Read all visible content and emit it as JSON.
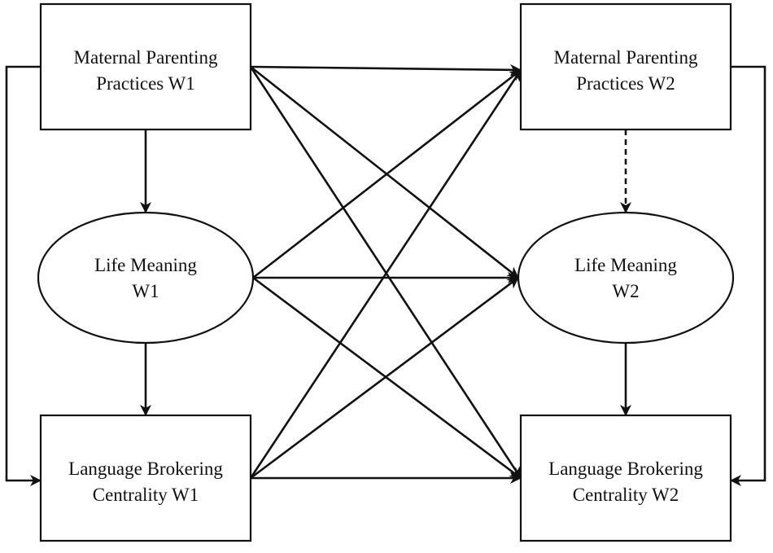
{
  "nodes": {
    "mpp_w1": {
      "line1": "Maternal Parenting",
      "line2": "Practices W1"
    },
    "lm_w1": {
      "line1": "Life Meaning",
      "line2": "W1"
    },
    "lbc_w1": {
      "line1": "Language Brokering",
      "line2": "Centrality W1"
    },
    "mpp_w2": {
      "line1": "Maternal Parenting",
      "line2": "Practices W2"
    },
    "lm_w2": {
      "line1": "Life Meaning",
      "line2": "W2"
    },
    "lbc_w2": {
      "line1": "Language Brokering",
      "line2": "Centrality W2"
    }
  },
  "edges": [
    {
      "from": "mpp_w1",
      "to": "lm_w1",
      "style": "solid"
    },
    {
      "from": "lm_w1",
      "to": "lbc_w1",
      "style": "solid"
    },
    {
      "from": "mpp_w1",
      "to": "lbc_w1",
      "style": "solid"
    },
    {
      "from": "mpp_w2",
      "to": "lm_w2",
      "style": "dashed"
    },
    {
      "from": "lm_w2",
      "to": "lbc_w2",
      "style": "solid"
    },
    {
      "from": "mpp_w2",
      "to": "lbc_w2",
      "style": "solid"
    },
    {
      "from": "mpp_w1",
      "to": "mpp_w2",
      "style": "solid"
    },
    {
      "from": "mpp_w1",
      "to": "lm_w2",
      "style": "solid"
    },
    {
      "from": "mpp_w1",
      "to": "lbc_w2",
      "style": "solid"
    },
    {
      "from": "lm_w1",
      "to": "mpp_w2",
      "style": "solid"
    },
    {
      "from": "lm_w1",
      "to": "lm_w2",
      "style": "solid"
    },
    {
      "from": "lm_w1",
      "to": "lbc_w2",
      "style": "solid"
    },
    {
      "from": "lbc_w1",
      "to": "mpp_w2",
      "style": "solid"
    },
    {
      "from": "lbc_w1",
      "to": "lm_w2",
      "style": "solid"
    },
    {
      "from": "lbc_w1",
      "to": "lbc_w2",
      "style": "solid"
    }
  ]
}
